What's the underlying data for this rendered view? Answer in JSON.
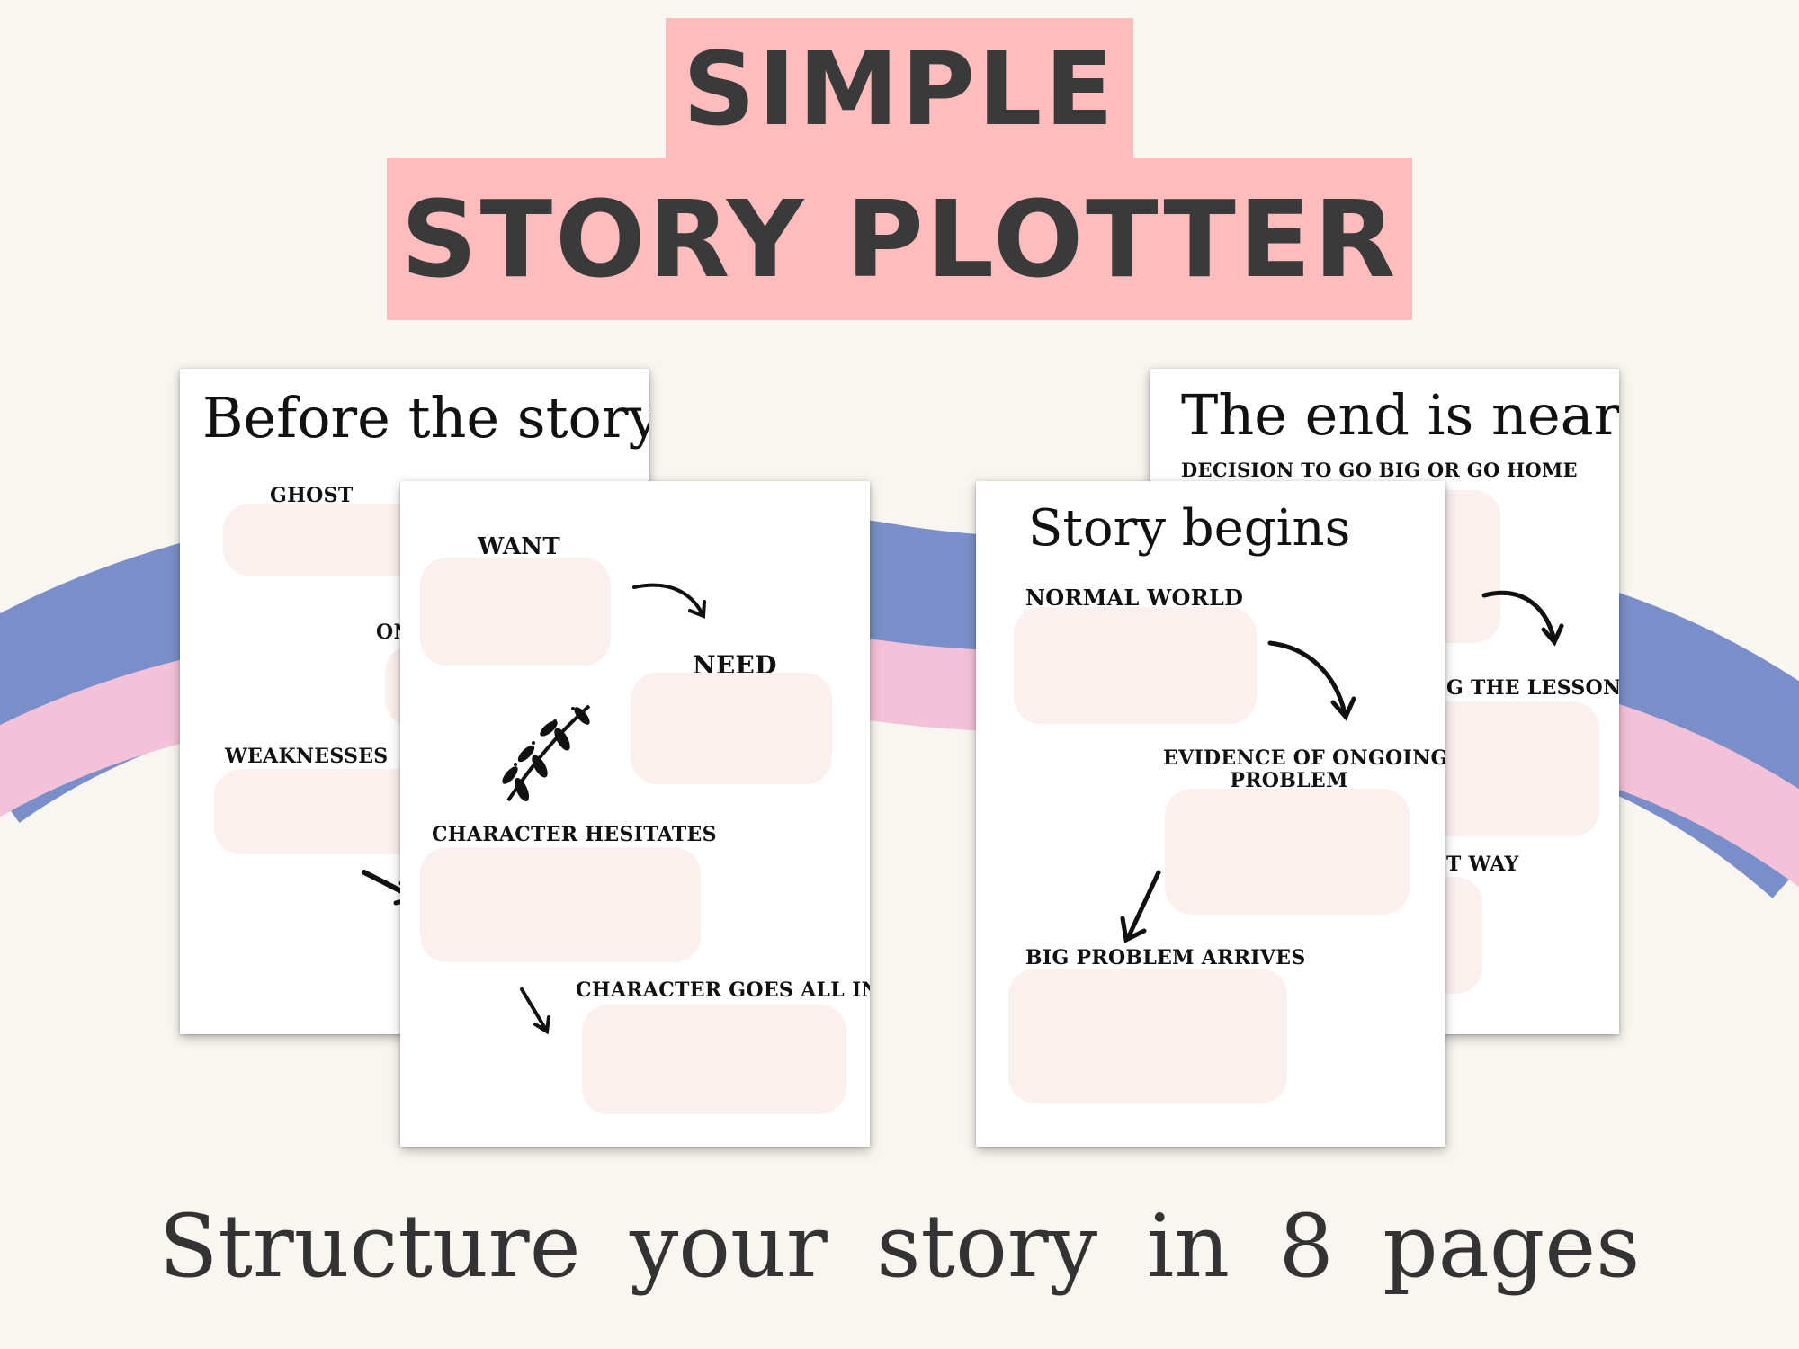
{
  "header": {
    "line1": "SIMPLE",
    "line2": "STORY PLOTTER"
  },
  "colors": {
    "background": "#f9f5f0",
    "title_band": "#ffbcbc",
    "stripe_blue": "#7a8fc9",
    "stripe_pink": "#f4c2d8",
    "box_fill": "#faf0ee",
    "text_dark": "#3a3a3a"
  },
  "pages": {
    "before": {
      "title": "Before the story",
      "labels": [
        "GHOST",
        "ON",
        "WEAKNESSES"
      ]
    },
    "want": {
      "labels": [
        "WANT",
        "NEED",
        "CHARACTER HESITATES",
        "CHARACTER GOES ALL IN"
      ],
      "ornament": "leaf-branch-icon"
    },
    "begins": {
      "title": "Story begins",
      "labels": [
        "NORMAL WORLD",
        "EVIDENCE OF ONGOING",
        "PROBLEM",
        "BIG PROBLEM ARRIVES"
      ]
    },
    "end": {
      "title": "The end is near",
      "labels": [
        "DECISION TO GO BIG OR GO HOME",
        "G THE LESSON",
        "T WAY"
      ]
    }
  },
  "footer": {
    "text": "Structure your story in 8 pages"
  }
}
